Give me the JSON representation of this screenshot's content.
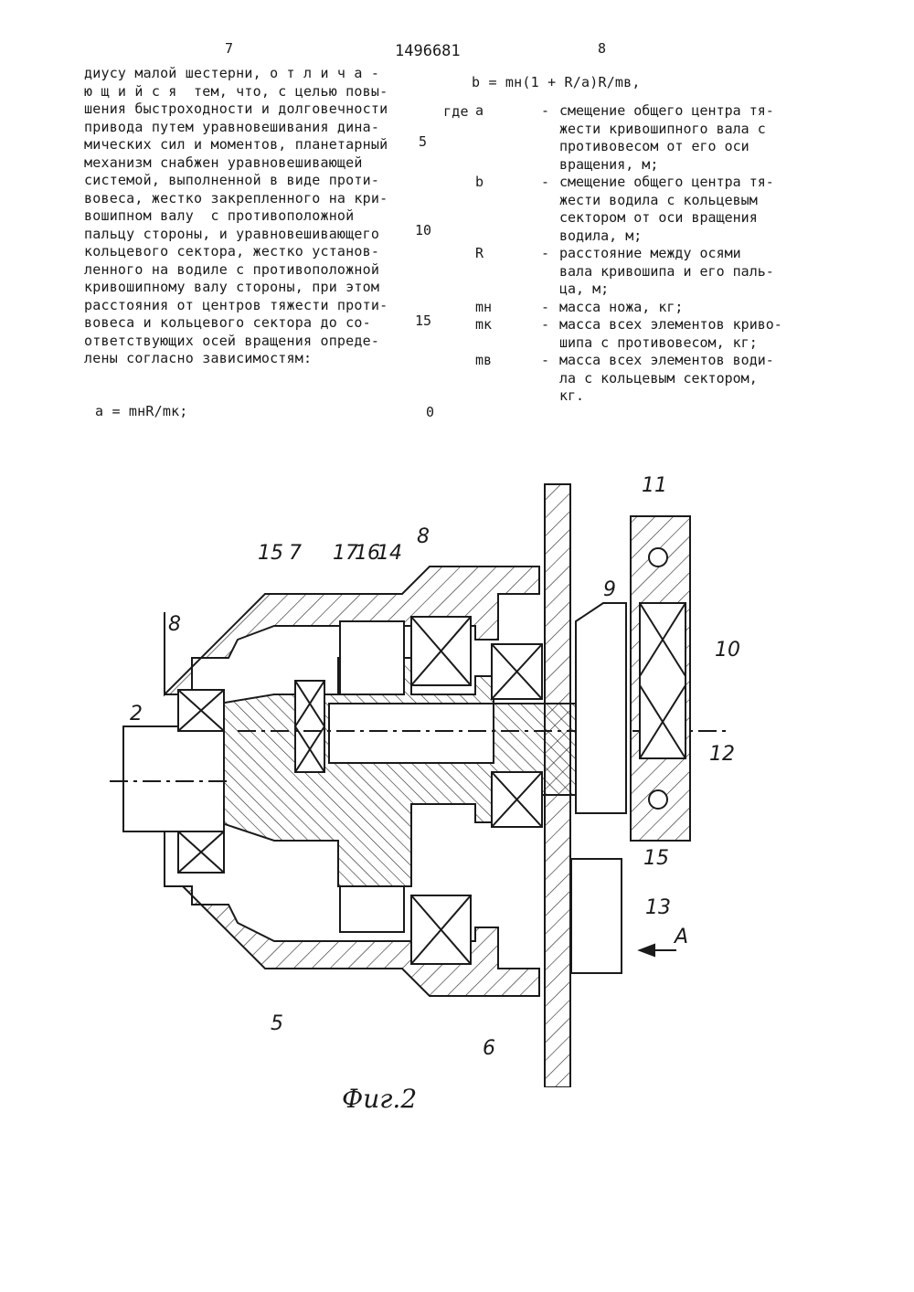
{
  "header": {
    "page_left": "7",
    "patent_number": "1496681",
    "page_right": "8"
  },
  "left_column": {
    "lines": [
      "диусу малой шестерни, о т л и ч а -",
      "ю щ и й с я  тем, что, с целью повы-",
      "шения быстроходности и долговечности",
      "привода путем уравновешивания дина-",
      "мических сил и моментов, планетарный",
      "механизм снабжен уравновешивающей",
      "системой, выполненной в виде проти-",
      "вовеса, жестко закрепленного на кри-",
      "вошипном валу  с противоположной",
      "пальцу стороны, и уравновешивающего",
      "кольцевого сектора, жестко установ-",
      "ленного на водиле с противоположной",
      "кривошипному валу стороны, при этом",
      "расстояния от центров тяжести проти-",
      "вовеса и кольцевого сектора до со-",
      "ответствующих осей вращения опреде-",
      "лены согласно зависимостям:"
    ],
    "formula_a": "a = mнR/mк;"
  },
  "line_numbers": [
    "5",
    "10",
    "15",
    "0"
  ],
  "right_column": {
    "formula_b": "b = mн(1 + R/a)R/mв,",
    "where": "где",
    "definitions": [
      {
        "symbol": "a",
        "lines": [
          "смещение общего центра тя-",
          "жести кривошипного вала с",
          "противовесом от его оси",
          "вращения, м;"
        ]
      },
      {
        "symbol": "b",
        "lines": [
          "смещение общего центра тя-",
          "жести водила с кольцевым",
          "сектором от оси вращения",
          "водила, м;"
        ]
      },
      {
        "symbol": "R",
        "lines": [
          "расстояние между осями",
          "вала кривошипа и его паль-",
          "ца, м;"
        ]
      },
      {
        "symbol": "mн",
        "lines": [
          "масса ножа, кг;"
        ]
      },
      {
        "symbol": "mк",
        "lines": [
          "масса всех элементов криво-",
          "шипа с противовесом, кг;"
        ]
      },
      {
        "symbol": "mв",
        "lines": [
          "масса всех элементов води-",
          "ла с кольцевым сектором,",
          "кг."
        ]
      }
    ]
  },
  "figure": {
    "labels": [
      "2",
      "5",
      "6",
      "7",
      "8",
      "8",
      "9",
      "10",
      "11",
      "12",
      "13",
      "14",
      "15",
      "15",
      "16",
      "17",
      "A"
    ],
    "caption": "Фиг.2"
  }
}
